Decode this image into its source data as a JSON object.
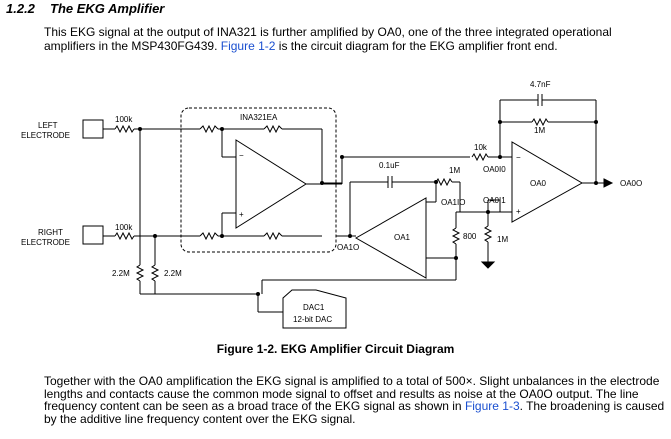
{
  "section": {
    "number": "1.2.2",
    "title": "The EKG Amplifier"
  },
  "intro": {
    "text_before": "This EKG signal at the output of INA321 is further amplified by OA0, one of the three integrated operational amplifiers in the MSP430FG439. ",
    "link": "Figure 1-2",
    "text_after": " is the circuit diagram for the EKG amplifier front end."
  },
  "diagram": {
    "left_electrode_line1": "LEFT",
    "left_electrode_line2": "ELECTRODE",
    "right_electrode_line1": "RIGHT",
    "right_electrode_line2": "ELECTRODE",
    "r_left_in": "100k",
    "r_right_in": "100k",
    "ina_label": "INA321EA",
    "r_bias_a": "2.2M",
    "r_bias_b": "2.2M",
    "cap_feedback_label": "0.1uF",
    "r_oa1_feedback": "1M",
    "oa1_label": "OA1",
    "oa1_out_label": "OA1O",
    "oa1_in_label": "OA1IO",
    "r_800": "800",
    "r_10k": "10k",
    "oa0_in0_label": "OA0I0",
    "oa0_in1_label": "OA0I1",
    "r_1m_ground": "1M",
    "cap_4n7_label": "4.7nF",
    "r_1m_feedback": "1M",
    "oa0_label": "OA0",
    "oa0_out_label": "OA0O",
    "dac_line1": "DAC1",
    "dac_line2": "12-bit DAC",
    "minus_sign": "−",
    "plus_sign": "+"
  },
  "caption": "Figure 1-2. EKG Amplifier Circuit Diagram",
  "outro": {
    "text_before": "Together with the OA0 amplification the EKG signal is amplified to a total of 500×. Slight unbalances in the electrode lengths and contacts cause the common mode signal to offset and results as noise at the OA0O output. The line frequency content can be seen as a broad trace of the EKG signal as shown in ",
    "link": "Figure 1-3",
    "text_after": ". The broadening is caused by the additive line frequency content over the EKG signal."
  }
}
